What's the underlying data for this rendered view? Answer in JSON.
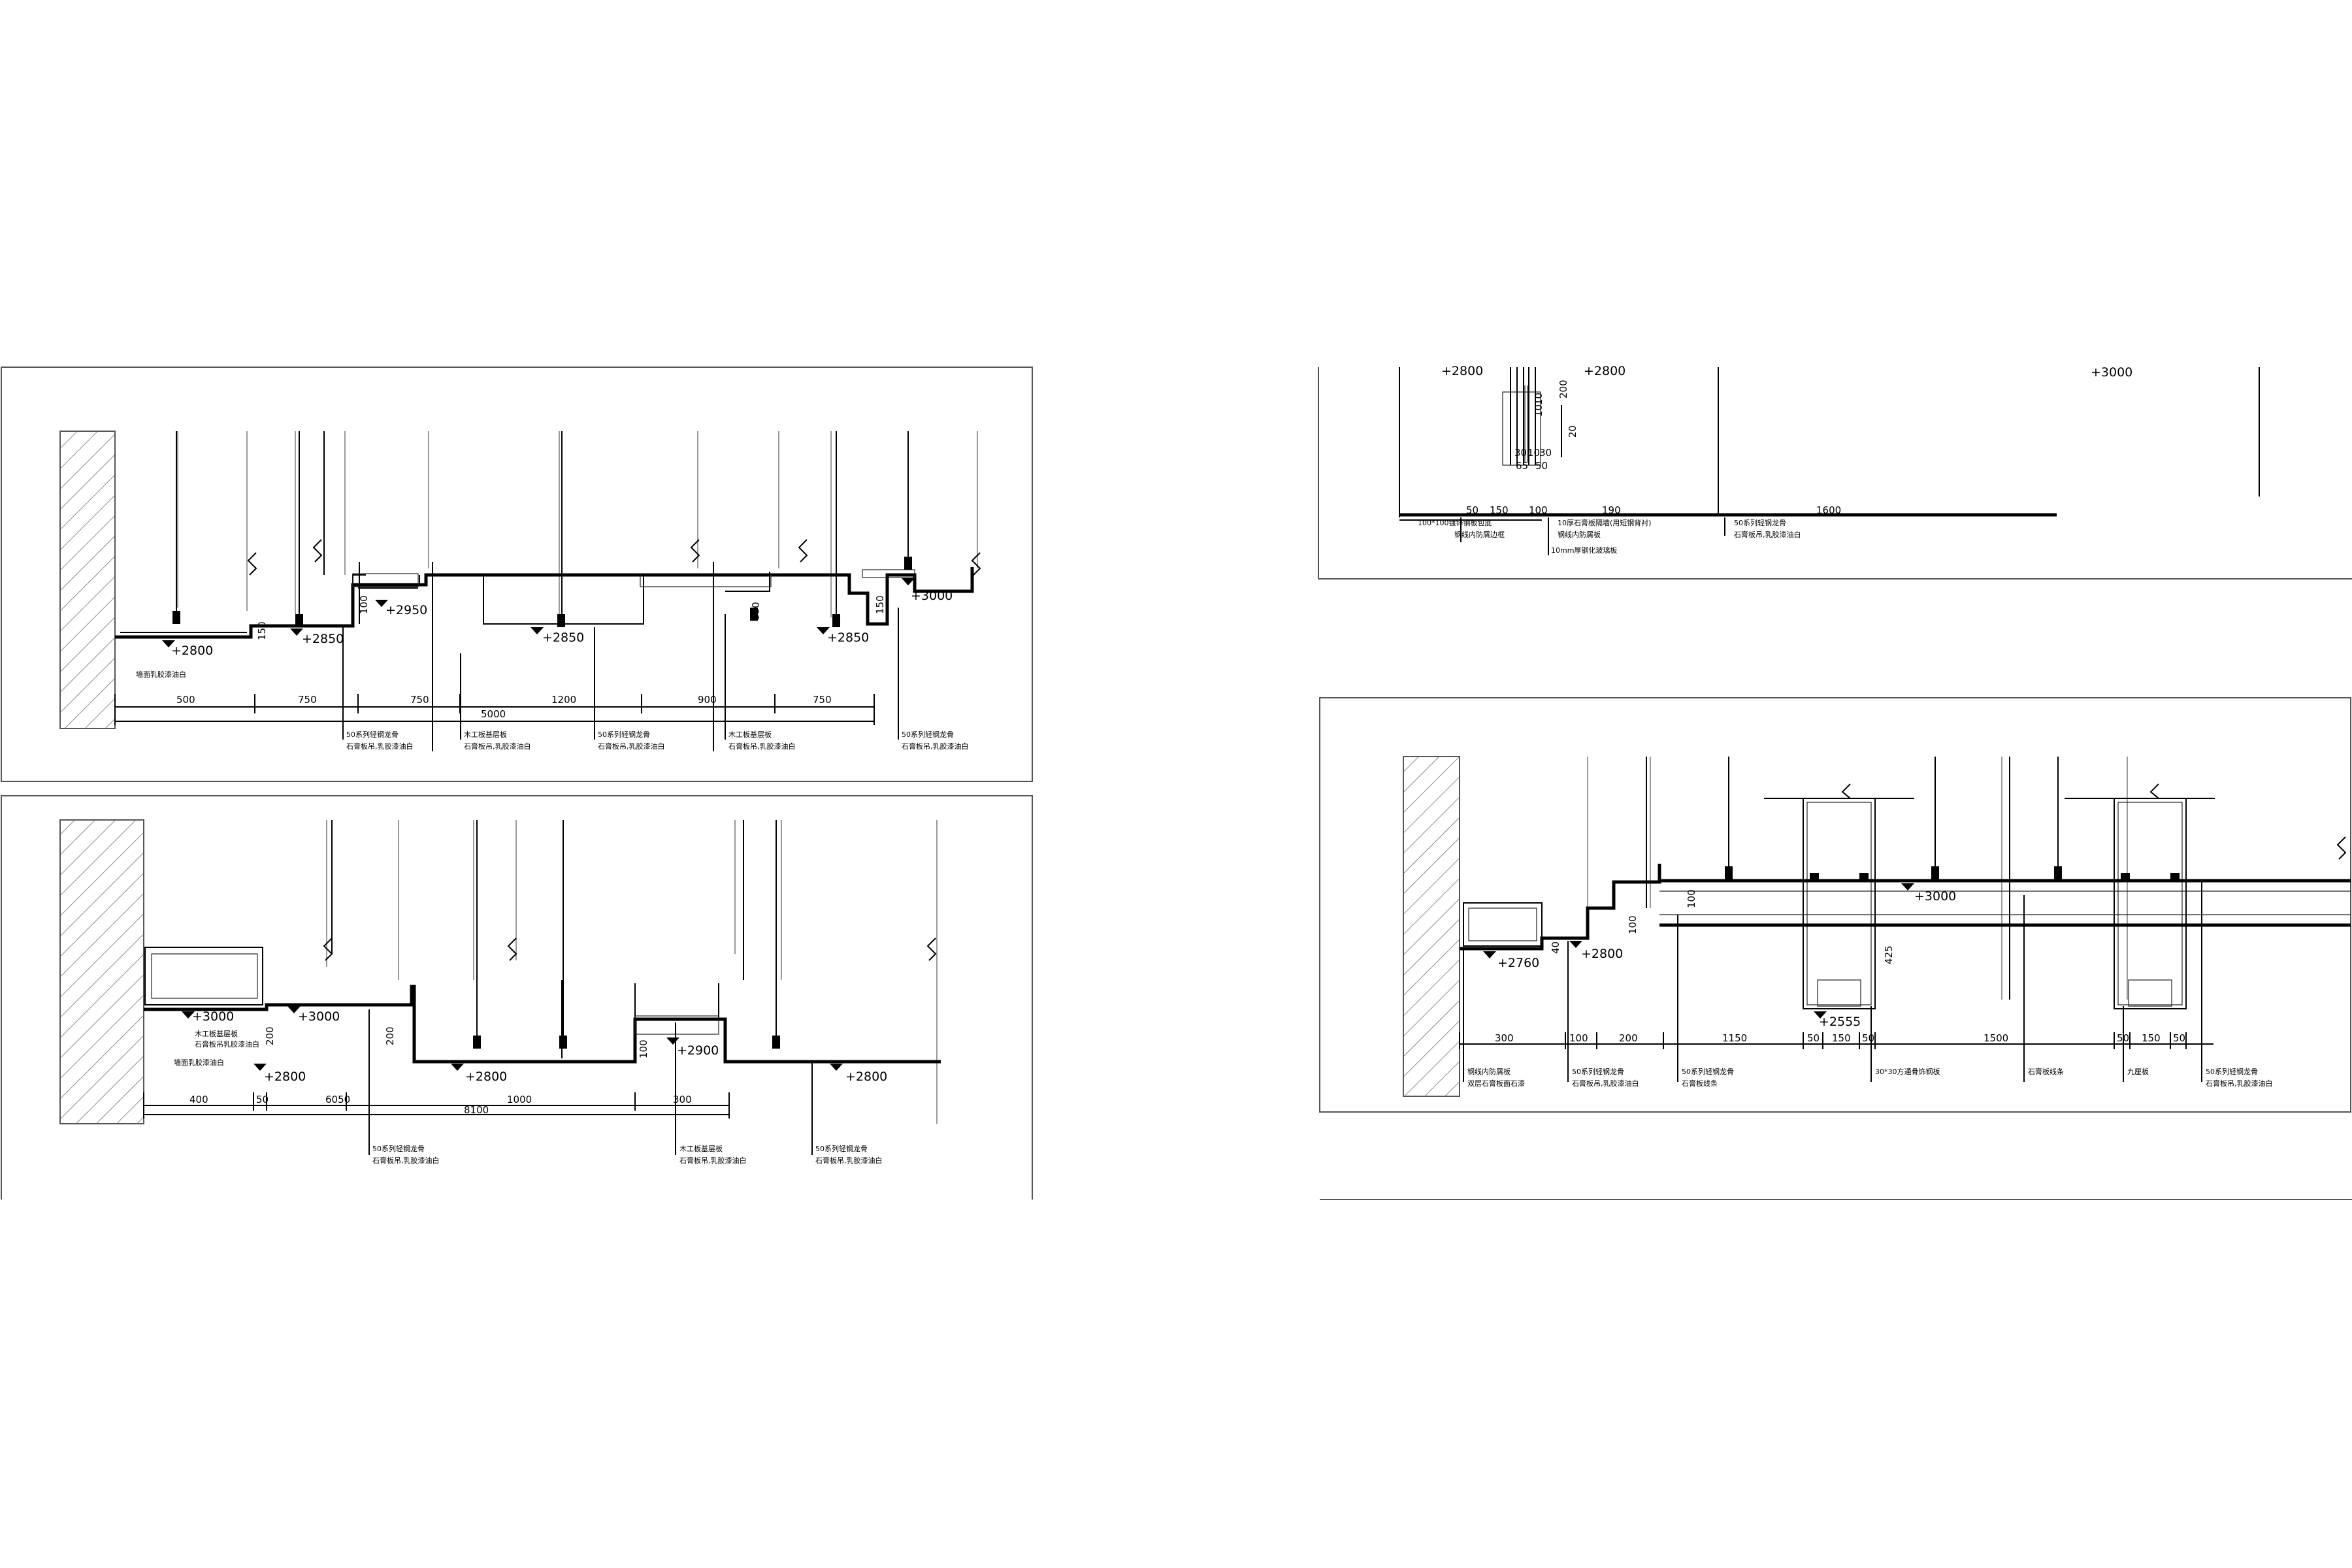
{
  "panel_a": {
    "levels": [
      "+2800",
      "+2850",
      "+2950",
      "+2850",
      "+2850",
      "+3000"
    ],
    "wall_note": "墙面乳胶漆油白",
    "dims_bottom": [
      "500",
      "750",
      "750",
      "1200",
      "900",
      "750"
    ],
    "dim_total": "5000",
    "dims_vertical": [
      "150",
      "100",
      "100",
      "150"
    ],
    "notes": [
      [
        "50系列轻钢龙骨",
        "石膏板吊,乳胶漆油白"
      ],
      [
        "木工板基层板",
        "石膏板吊,乳胶漆油白"
      ],
      [
        "50系列轻钢龙骨",
        "石膏板吊,乳胶漆油白"
      ],
      [
        "木工板基层板",
        "石膏板吊,乳胶漆油白"
      ],
      [
        "50系列轻钢龙骨",
        "石膏板吊,乳胶漆油白"
      ]
    ]
  },
  "panel_b": {
    "levels": [
      "+3000",
      "+3000",
      "+2800",
      "+2800",
      "+2900",
      "+2800"
    ],
    "notes_left": [
      "木工板基层板",
      "石膏板吊乳胶漆油白",
      "墙面乳胶漆油白"
    ],
    "dims_bottom": [
      "400",
      "50",
      "6050",
      "1000",
      "300"
    ],
    "dim_total": "8100",
    "dims_vertical": [
      "200",
      "200",
      "100"
    ],
    "notes": [
      [
        "50系列轻钢龙骨",
        "石膏板吊,乳胶漆油白"
      ],
      [
        "木工板基层板",
        "石膏板吊,乳胶漆油白"
      ],
      [
        "50系列轻钢龙骨",
        "石膏板吊,乳胶漆油白"
      ]
    ]
  },
  "panel_c": {
    "levels": [
      "+2800",
      "+2800",
      "+3000"
    ],
    "dims_bottom": [
      "50",
      "150",
      "100",
      "190",
      "1600"
    ],
    "dims_vertical": [
      "10",
      "10",
      "200",
      "20"
    ],
    "dims_small": [
      "30",
      "10",
      "30",
      "65",
      "50"
    ],
    "notes_left": [
      "100*100镀锌钢板包底",
      "钢线内防屑边框"
    ],
    "notes_mid": [
      "10厚石膏板隔墙(用短钢背衬)",
      "钢线内防屑板",
      "10mm厚钢化玻璃板"
    ],
    "notes_right": [
      "50系列轻钢龙骨",
      "石膏板吊,乳胶漆油白"
    ]
  },
  "panel_d": {
    "levels": [
      "+2760",
      "+2800",
      "+3000",
      "+2555"
    ],
    "dims_bottom": [
      "300",
      "100",
      "200",
      "1150",
      "50",
      "150",
      "50",
      "1500",
      "50",
      "150",
      "50"
    ],
    "dims_vertical": [
      "100",
      "100",
      "425",
      "40"
    ],
    "notes": [
      [
        "钢线内防屑板",
        "双层石膏板面石漆"
      ],
      [
        "50系列轻钢龙骨",
        "石膏板吊,乳胶漆油白"
      ],
      [
        "50系列轻钢龙骨",
        "石膏板线条"
      ],
      [
        "30*30方通骨饰钢板"
      ],
      [
        "石膏板线条"
      ],
      [
        "九厘板"
      ],
      [
        "50系列轻钢龙骨",
        "石膏板吊,乳胶漆油白"
      ]
    ]
  }
}
